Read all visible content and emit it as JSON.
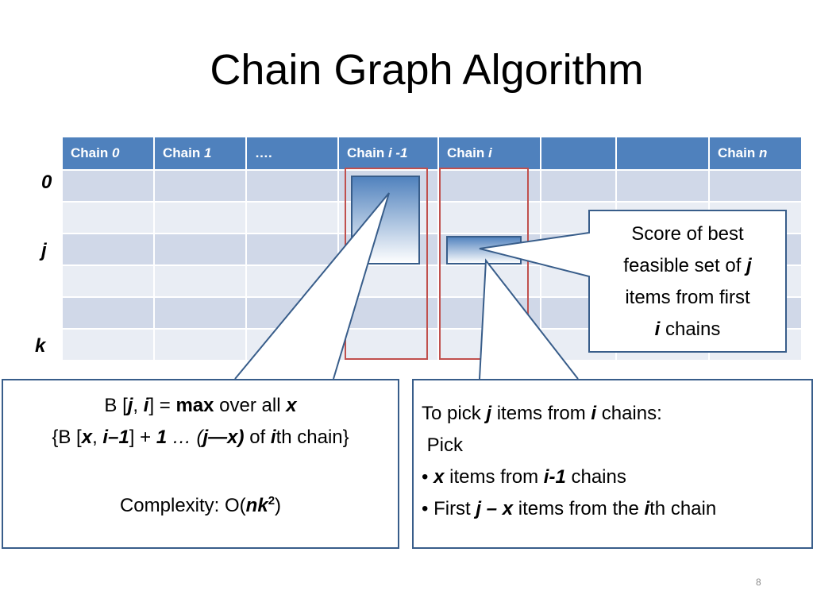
{
  "slide": {
    "title": "Chain Graph Algorithm",
    "page_number": "8"
  },
  "table": {
    "headers": [
      {
        "text": "Chain ",
        "italic": "0"
      },
      {
        "text": "Chain ",
        "italic": "1"
      },
      {
        "text": "….",
        "italic": ""
      },
      {
        "text": "Chain ",
        "italic": "i -1"
      },
      {
        "text": "Chain ",
        "italic": "i"
      },
      {
        "text": "",
        "italic": ""
      },
      {
        "text": "",
        "italic": ""
      },
      {
        "text": "Chain ",
        "italic": "n"
      }
    ],
    "row_count": 6,
    "row_labels": [
      {
        "label": "0",
        "row": 0
      },
      {
        "label": "j",
        "row": 2
      },
      {
        "label": "k",
        "row": 5
      }
    ]
  },
  "callout_right": {
    "line1": "Score of best",
    "line2_pre": "feasible set of ",
    "line2_var": "j",
    "line3": "items from first",
    "line4_var": "i",
    "line4_post": " chains"
  },
  "box_left": {
    "f1": "B [",
    "f2": "j",
    "f3": ", ",
    "f4": "i",
    "f5": "] = ",
    "f6": "max",
    "f7": " over all ",
    "f8": "x",
    "g1": "{B [",
    "g2": "x",
    "g3": ", ",
    "g4": "i–1",
    "g5": "] +  ",
    "g6": "1",
    "g7": " … (",
    "g8": "j—x)",
    "g9": " of ",
    "g10": "i",
    "g11": "th chain}",
    "c1": "Complexity: O(",
    "c2": "nk",
    "c3": "2",
    "c4": ")"
  },
  "box_right": {
    "a1": "To pick ",
    "a2": "j",
    "a3": " items from ",
    "a4": "i",
    "a5": " chains:",
    "pick": " Pick",
    "b1": "• ",
    "b2": "x",
    "b3": " items from ",
    "b4": "i-1",
    "b5": " chains",
    "c1": "• First ",
    "c2": "j – x",
    "c3": " items from the ",
    "c4": "i",
    "c5": "th chain"
  },
  "colors": {
    "header": "#4f81bd",
    "row_odd": "#d0d8e8",
    "row_even": "#e9edf4",
    "column_outline": "#c0504d",
    "callout_border": "#385d8a",
    "highlight_fill": "#4f81bd"
  }
}
